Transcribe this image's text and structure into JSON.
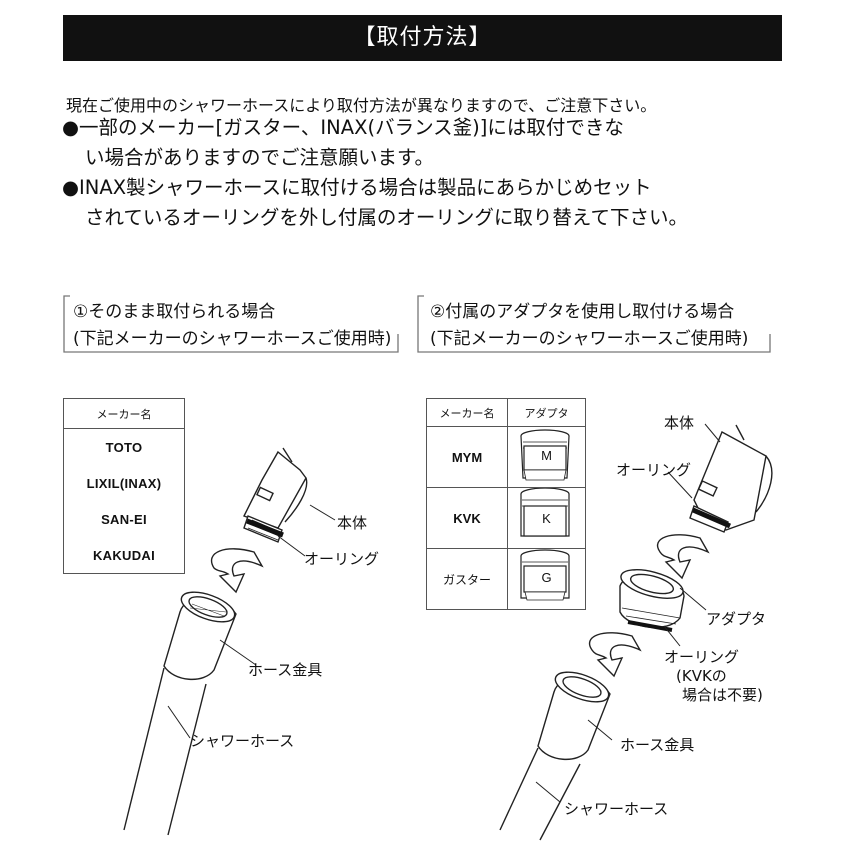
{
  "title": "【取付方法】",
  "intro": "現在ご使用中のシャワーホースにより取付方法が異なりますので、ご注意下さい。",
  "notes": [
    {
      "line1": "●一部のメーカー[ガスター、INAX(バランス釜)]には取付できな",
      "line2": "い場合がありますのでご注意願います。"
    },
    {
      "line1": "●INAX製シャワーホースに取付ける場合は製品にあらかじめセット",
      "line2": "されているオーリングを外し付属のオーリングに取り替えて下さい。"
    }
  ],
  "section1": {
    "heading": "①そのまま取付られる場合",
    "subheading": "(下記メーカーのシャワーホースご使用時)",
    "table_header": "メーカー名",
    "makers": [
      "TOTO",
      "LIXIL(INAX)",
      "SAN-EI",
      "KAKUDAI"
    ],
    "labels": {
      "body": "本体",
      "oring": "オーリング",
      "hose_fitting": "ホース金具",
      "shower_hose": "シャワーホース"
    }
  },
  "section2": {
    "heading": "②付属のアダプタを使用し取付ける場合",
    "subheading": "(下記メーカーのシャワーホースご使用時)",
    "table_headers": [
      "メーカー名",
      "アダプタ"
    ],
    "rows": [
      {
        "maker": "MYM",
        "adapter": "M"
      },
      {
        "maker": "KVK",
        "adapter": "K"
      },
      {
        "maker": "ガスター",
        "adapter": "G"
      }
    ],
    "labels": {
      "body": "本体",
      "oring": "オーリング",
      "adapter": "アダプタ",
      "oring2": "オーリング",
      "oring2_note1": "(KVKの",
      "oring2_note2": "場合は不要)",
      "hose_fitting": "ホース金具",
      "shower_hose": "シャワーホース"
    }
  }
}
